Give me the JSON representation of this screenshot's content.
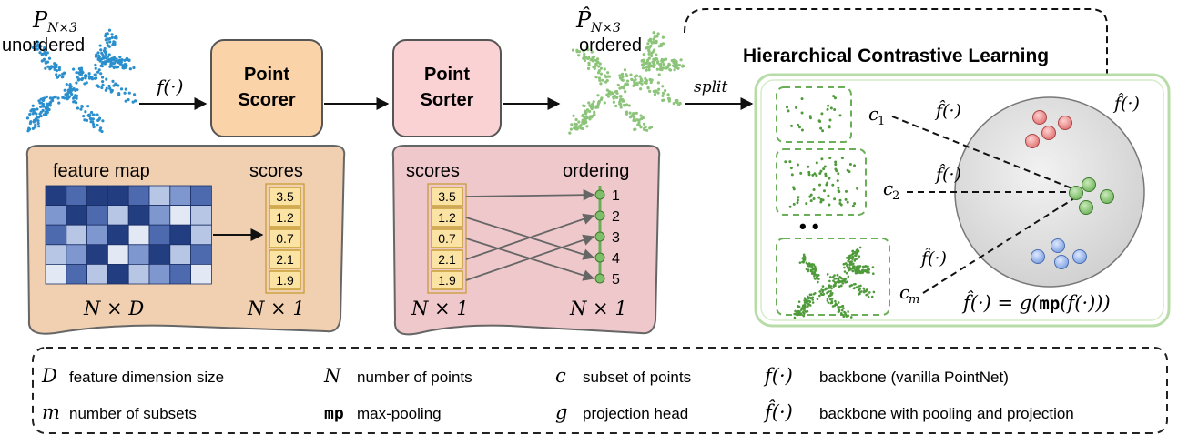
{
  "colors": {
    "scorer_fill": "#fbd3a8",
    "sorter_fill": "#fbd2d4",
    "feature_panel": "#f0d0b0",
    "sort_panel": "#efc8cc",
    "score_box": "#fbe3a4",
    "score_border": "#c49a2c",
    "green": "#7fbf6a",
    "green_dark": "#4f9a3b",
    "red": "#e88a8a",
    "blue": "#8fb0e6",
    "sphere": "#dcdcdc",
    "cloud_blue": "#2a8fcc",
    "cloud_green": "#8cc47a"
  },
  "input": {
    "symbol": "P",
    "subscript": "N×3",
    "caption": "unordered"
  },
  "output": {
    "symbol": "P̂",
    "subscript": "N×3",
    "caption": "ordered"
  },
  "arrows": {
    "f_label": "f(·)",
    "split_label": "split"
  },
  "scorer": {
    "line1": "Point",
    "line2": "Scorer"
  },
  "sorter": {
    "line1": "Point",
    "line2": "Sorter"
  },
  "feature_panel": {
    "title": "feature map",
    "scores_title": "scores",
    "dim_label": "N × D",
    "scores_dim": "N × 1",
    "grid_levels": [
      [
        5,
        4,
        5,
        5,
        4,
        2,
        3,
        4
      ],
      [
        3,
        5,
        4,
        2,
        5,
        3,
        1,
        2
      ],
      [
        4,
        2,
        3,
        5,
        1,
        4,
        5,
        2
      ],
      [
        2,
        3,
        5,
        1,
        3,
        5,
        2,
        4
      ],
      [
        1,
        4,
        2,
        5,
        2,
        3,
        4,
        1
      ]
    ],
    "scores": [
      "3.5",
      "1.2",
      "0.7",
      "2.1",
      "1.9"
    ]
  },
  "sort_panel": {
    "scores_title": "scores",
    "ordering_title": "ordering",
    "scores": [
      "3.5",
      "1.2",
      "0.7",
      "2.1",
      "1.9"
    ],
    "ordering": [
      "1",
      "2",
      "3",
      "4",
      "5"
    ],
    "mapping": [
      0,
      3,
      4,
      1,
      2
    ],
    "left_dim": "N × 1",
    "right_dim": "N × 1"
  },
  "hcl": {
    "title": "Hierarchical Contrastive Learning",
    "subsets": [
      "c1",
      "c2",
      "cm"
    ],
    "subset_base": "c",
    "subset_subs": [
      "1",
      "2",
      "m"
    ],
    "fhat_label": "f̂(·)",
    "formula_lhs": "f̂(·) = g(",
    "formula_mp": "mp",
    "formula_rhs": "(f(·)))",
    "dots": "• •"
  },
  "legend": {
    "items": [
      {
        "symbol": "D",
        "style": "math",
        "text": "feature dimension size"
      },
      {
        "symbol": "N",
        "style": "math",
        "text": "number of points"
      },
      {
        "symbol": "c",
        "style": "math",
        "text": "subset of points"
      },
      {
        "symbol": "f(·)",
        "style": "math",
        "text": "backbone (vanilla PointNet)"
      },
      {
        "symbol": "m",
        "style": "math",
        "text": "number of subsets"
      },
      {
        "symbol": "mp",
        "style": "mono",
        "text": "max-pooling"
      },
      {
        "symbol": "g",
        "style": "math",
        "text": "projection head"
      },
      {
        "symbol": "f̂(·)",
        "style": "math",
        "text": "backbone with pooling and projection"
      }
    ]
  }
}
